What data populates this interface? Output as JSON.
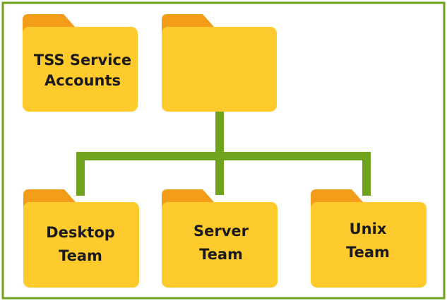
{
  "colors": {
    "border": "#6fa31b",
    "connector": "#6fa31b",
    "folder_front": "#ffca2c",
    "folder_tab": "#f39c1a",
    "text": "#1a1a1a"
  },
  "folders": {
    "service_accounts": {
      "line1": "TSS Service",
      "line2": "Accounts",
      "icon": "folder-icon"
    },
    "parent": {
      "line1": "",
      "line2": "",
      "icon": "folder-icon"
    },
    "desktop": {
      "line1": "Desktop",
      "line2": "Team",
      "icon": "folder-icon"
    },
    "server": {
      "line1": "Server",
      "line2": "Team",
      "icon": "folder-icon"
    },
    "unix": {
      "line1": "Unix",
      "line2": "Team",
      "icon": "folder-icon"
    }
  }
}
